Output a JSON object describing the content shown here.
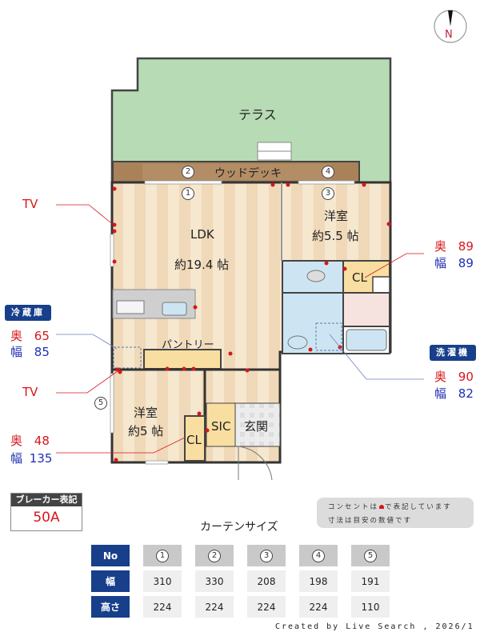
{
  "compass": {
    "label": "N"
  },
  "rooms": {
    "terrace": "テラス",
    "wood_deck": "ウッドデッキ",
    "ldk_name": "LDK",
    "ldk_size": "約19.4 帖",
    "western_room_1_name": "洋室",
    "western_room_1_size": "約5.5 帖",
    "closet_1": "CL",
    "pantry": "パントリー",
    "western_room_2_name": "洋室",
    "western_room_2_size": "約5 帖",
    "closet_2": "CL",
    "sic": "SIC",
    "entrance": "玄関"
  },
  "curtain_markers": [
    "1",
    "2",
    "3",
    "4",
    "5"
  ],
  "annotations": {
    "tv_upper": "TV",
    "tv_lower": "TV",
    "fridge": {
      "tag": "冷蔵庫",
      "depth_label": "奥",
      "depth": "65",
      "width_label": "幅",
      "width": "85"
    },
    "closet_right": {
      "depth_label": "奥",
      "depth": "89",
      "width_label": "幅",
      "width": "89"
    },
    "washer": {
      "tag": "洗濯機",
      "depth_label": "奥",
      "depth": "90",
      "width_label": "幅",
      "width": "82"
    },
    "closet_left": {
      "depth_label": "奥",
      "depth": "48",
      "width_label": "幅",
      "width": "135"
    }
  },
  "breaker": {
    "title": "ブレーカー表記",
    "value": "50A"
  },
  "note": {
    "line1_a": "コンセントは",
    "line1_b": "で表記しています",
    "line2": "寸法は目安の数値です"
  },
  "curtain_table": {
    "title": "カーテンサイズ",
    "row_headers": [
      "No",
      "幅",
      "高さ"
    ],
    "numbers": [
      "1",
      "2",
      "3",
      "4",
      "5"
    ],
    "widths": [
      "310",
      "330",
      "208",
      "198",
      "191"
    ],
    "heights": [
      "224",
      "224",
      "224",
      "224",
      "110"
    ]
  },
  "credit": "Created by Live Search , 2026/1",
  "colors": {
    "terrace": "#b7dbb5",
    "deck": "#a9825a",
    "floor": "#f3e2c6",
    "wet": "#cde5f3",
    "closet": "#f8dea0",
    "tag": "#173f8a",
    "outlet": "#d7161b"
  }
}
